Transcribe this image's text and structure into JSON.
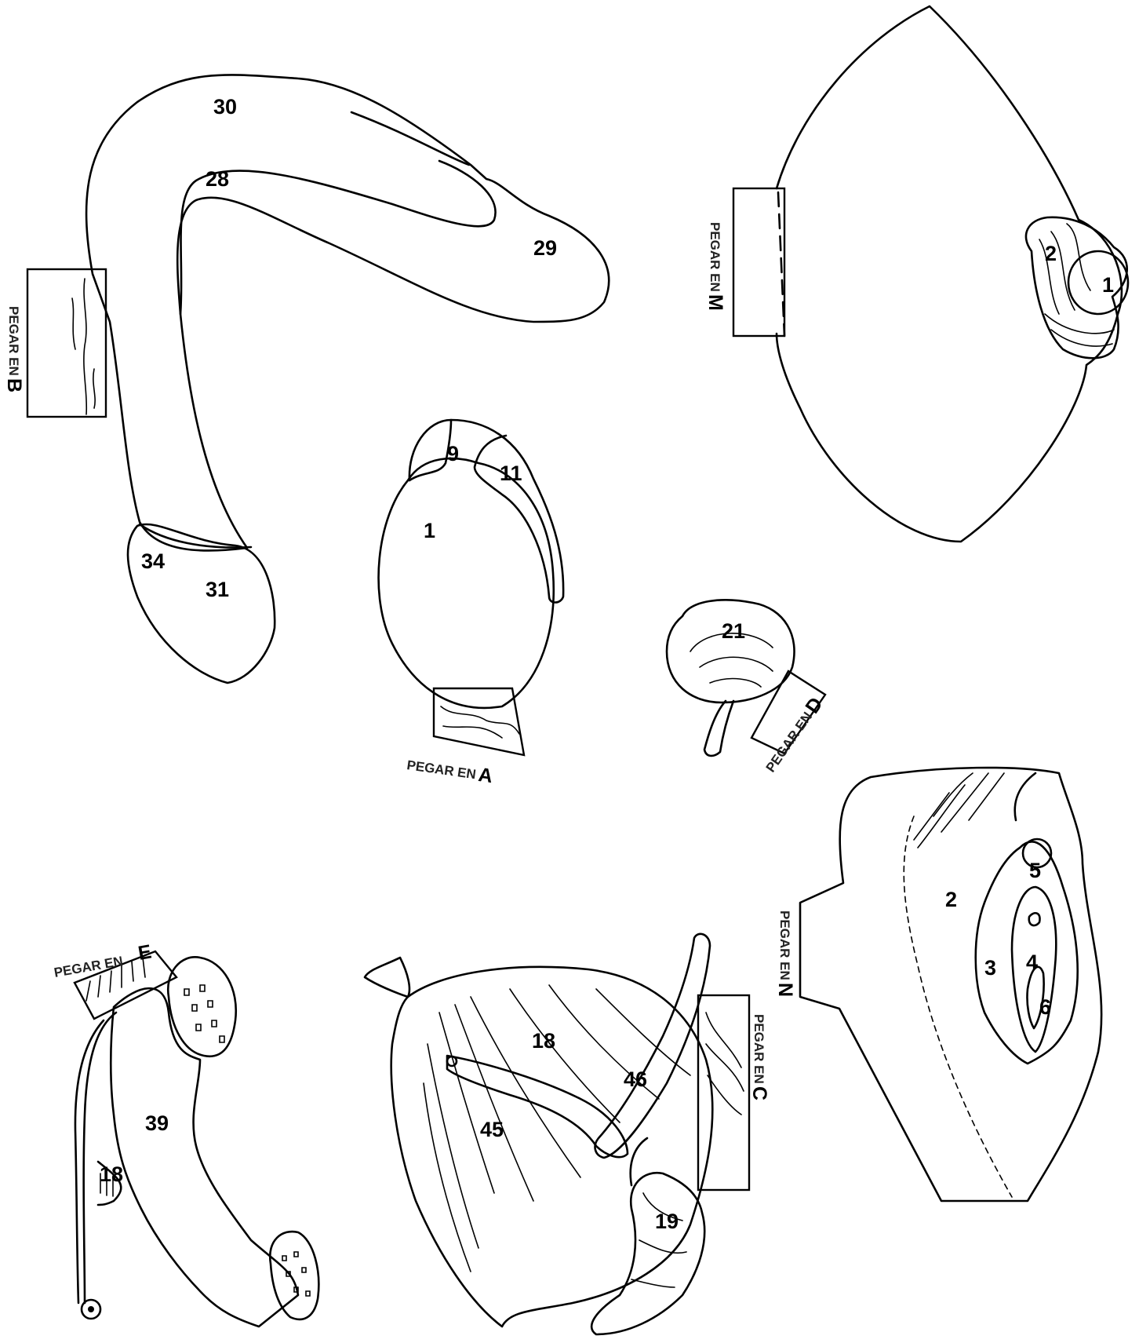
{
  "numbers": {
    "p1_30": "30",
    "p1_28": "28",
    "p1_29": "29",
    "p1_34": "34",
    "p1_31": "31",
    "p2_2": "2",
    "p2_1": "1",
    "p3_9": "9",
    "p3_11": "11",
    "p3_1": "1",
    "p4_21": "21",
    "p5_2": "2",
    "p5_5": "5",
    "p5_3": "3",
    "p5_4": "4",
    "p5_6": "6",
    "p6_39": "39",
    "p6_18": "18",
    "p7_18": "18",
    "p7_46": "46",
    "p7_45": "45",
    "p7_19": "19"
  },
  "tabs": {
    "b": {
      "text": "PEGAR EN",
      "letter": "B"
    },
    "m": {
      "text": "PEGAR EN",
      "letter": "M"
    },
    "a": {
      "text": "PEGAR EN",
      "letter": "A"
    },
    "d": {
      "text": "PEGAR EN",
      "letter": "D"
    },
    "n": {
      "text": "PEGAR EN",
      "letter": "N"
    },
    "e": {
      "text": "PEGAR EN",
      "letter": "E"
    },
    "c": {
      "text": "PEGAR EN",
      "letter": "C"
    }
  }
}
